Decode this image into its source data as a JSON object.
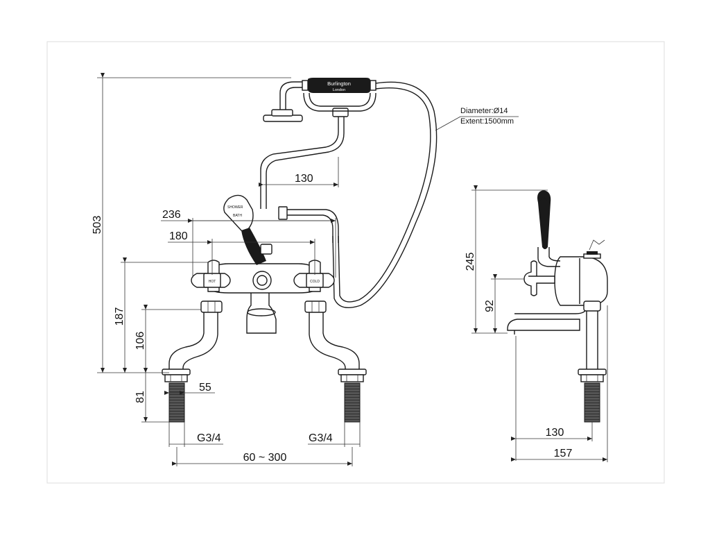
{
  "dimensions": {
    "front_total_height": "503",
    "front_body_height": "187",
    "front_leg_height": "106",
    "front_tail_height": "81",
    "front_handle_span": "236",
    "front_center_span": "180",
    "front_shower_offset": "130",
    "front_nut_width": "55",
    "front_thread_left": "G3/4",
    "front_thread_right": "G3/4",
    "front_centers_range": "60 ~ 300",
    "side_height_to_lever": "245",
    "side_height_to_handle": "92",
    "side_projection": "130",
    "side_depth": "157"
  },
  "hose_note": {
    "line1": "Diameter:Ø14",
    "line2": "Extent:1500mm"
  },
  "handset_logo": {
    "brand": "Burlington",
    "city": "London"
  },
  "lever_labels": {
    "top": "SHOWER",
    "bottom": "BATH"
  },
  "handle_labels": {
    "left": "HOT",
    "right": "COLD"
  }
}
